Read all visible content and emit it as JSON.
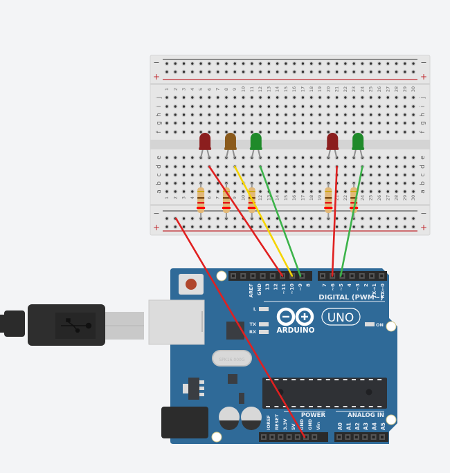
{
  "breadboard": {
    "columns": [
      "1",
      "2",
      "3",
      "4",
      "5",
      "6",
      "7",
      "8",
      "9",
      "10",
      "11",
      "12",
      "13",
      "14",
      "15",
      "16",
      "17",
      "18",
      "19",
      "20",
      "21",
      "22",
      "23",
      "24",
      "25",
      "26",
      "27",
      "28",
      "29",
      "30"
    ],
    "top_rows": [
      "j",
      "i",
      "h",
      "g",
      "f"
    ],
    "bottom_rows": [
      "e",
      "d",
      "c",
      "b",
      "a"
    ],
    "rail_minus": "−",
    "rail_plus": "+"
  },
  "components": {
    "leds": [
      {
        "name": "led-red-1",
        "color": "#8b1e1e",
        "column": 5
      },
      {
        "name": "led-yellow",
        "color": "#8a5a1c",
        "column": 8
      },
      {
        "name": "led-green-1",
        "color": "#1f8a2a",
        "column": 11
      },
      {
        "name": "led-red-2",
        "color": "#8b1e1e",
        "column": 20
      },
      {
        "name": "led-green-2",
        "color": "#1f8a2a",
        "column": 23
      }
    ],
    "resistors": [
      {
        "name": "resistor-1",
        "column": 5
      },
      {
        "name": "resistor-2",
        "column": 8
      },
      {
        "name": "resistor-3",
        "column": 11
      },
      {
        "name": "resistor-4",
        "column": 20
      },
      {
        "name": "resistor-5",
        "column": 23
      }
    ],
    "wires": [
      {
        "name": "wire-gnd",
        "color": "#e02020",
        "from": "rail- col 2",
        "to": "GND"
      },
      {
        "name": "wire-pin-11",
        "color": "#e02020",
        "from": "d6",
        "to": "~11"
      },
      {
        "name": "wire-pin-10",
        "color": "#f5d400",
        "from": "d9",
        "to": "~10"
      },
      {
        "name": "wire-pin-9",
        "color": "#3cb34a",
        "from": "d12",
        "to": "~9"
      },
      {
        "name": "wire-pin-6",
        "color": "#e02020",
        "from": "d21",
        "to": "~6"
      },
      {
        "name": "wire-pin-5",
        "color": "#3cb34a",
        "from": "d24",
        "to": "~5"
      }
    ]
  },
  "arduino": {
    "brand": "ARDUINO",
    "model": "UNO",
    "digital_label": "DIGITAL (PWM~)",
    "digital_pins_left": [
      "AREF",
      "GND",
      "13",
      "12",
      "~11",
      "~10",
      "~9",
      "8"
    ],
    "digital_pins_right": [
      "7",
      "~6",
      "~5",
      "4",
      "~3",
      "2",
      "TX→1",
      "RX←0"
    ],
    "power_label": "POWER",
    "power_pins": [
      "IOREF",
      "RESET",
      "3.3V",
      "5V",
      "GND",
      "GND",
      "Vin"
    ],
    "analog_label": "ANALOG IN",
    "analog_pins": [
      "A0",
      "A1",
      "A2",
      "A3",
      "A4",
      "A5"
    ],
    "led_labels": {
      "l": "L",
      "tx": "TX",
      "rx": "RX",
      "on": "ON"
    },
    "crystal_text": "SPK16.000G",
    "board_color": "#2f6a98"
  }
}
